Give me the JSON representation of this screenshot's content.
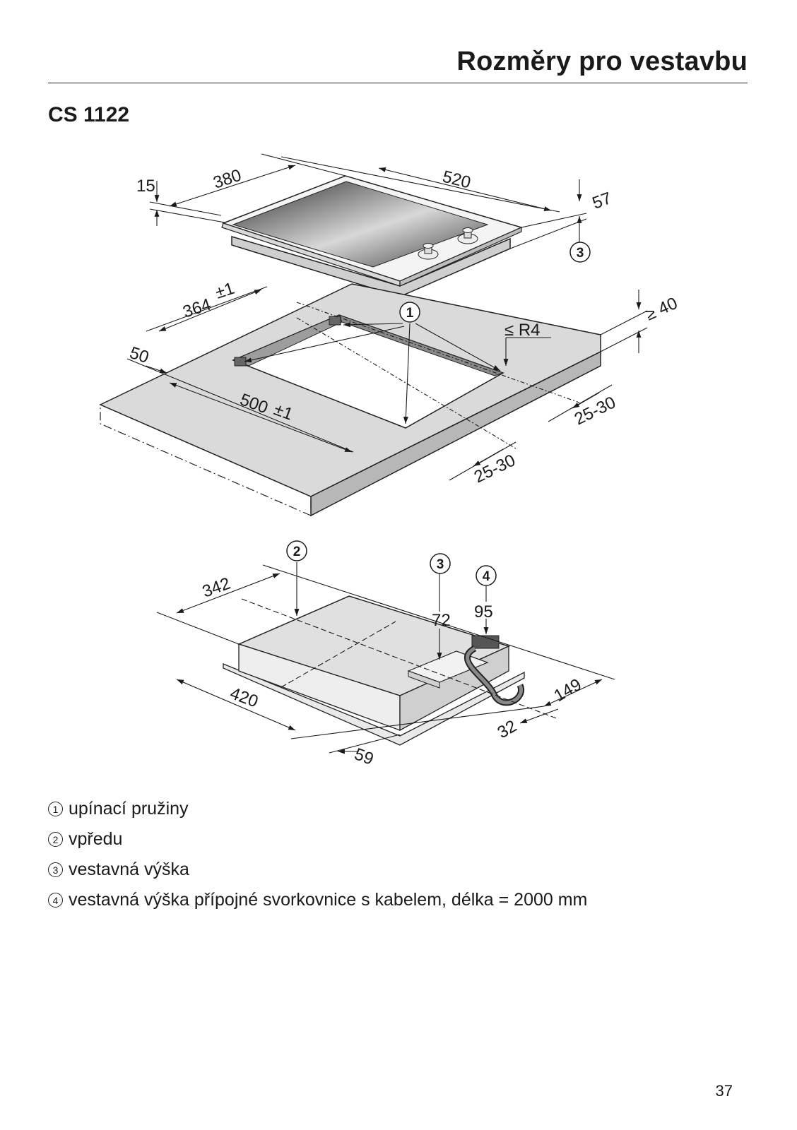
{
  "header": {
    "title": "Rozměry pro vestavbu"
  },
  "model": "CS 1122",
  "drawing": {
    "top_view": {
      "dims": {
        "d15": "15",
        "d380": "380",
        "d520": "520",
        "d57": "57"
      },
      "callouts": {
        "c3": "3"
      }
    },
    "cutout_view": {
      "dims": {
        "d364": "364",
        "d364_tol": "±1",
        "d50": "50",
        "d500": "500",
        "d500_tol": "±1",
        "d40": "≥ 40",
        "r4": "≤ R4",
        "d25_30_a": "25-30",
        "d25_30_b": "25-30"
      },
      "callouts": {
        "c1": "1"
      }
    },
    "bottom_view": {
      "dims": {
        "d342": "342",
        "d72": "72",
        "d95": "95",
        "d420": "420",
        "d149": "149",
        "d32": "32",
        "d59": "59"
      },
      "callouts": {
        "c2": "2",
        "c3": "3",
        "c4": "4"
      }
    }
  },
  "legend": [
    {
      "number": "1",
      "text": "upínací pružiny"
    },
    {
      "number": "2",
      "text": "vpředu"
    },
    {
      "number": "3",
      "text": "vestavná výška"
    },
    {
      "number": "4",
      "text": "vestavná výška přípojné svorkovnice s kabelem, délka = 2000 mm"
    }
  ],
  "page_number": "37"
}
